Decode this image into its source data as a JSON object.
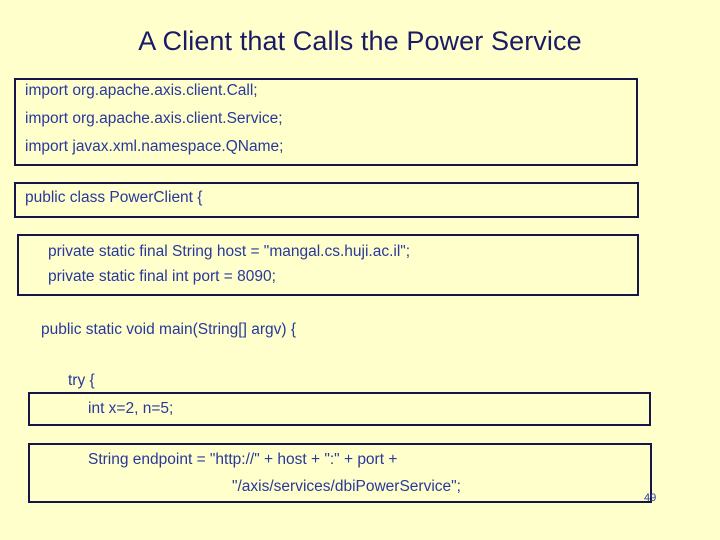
{
  "slide": {
    "title": "A Client that Calls the Power Service",
    "page_number": "49",
    "background_color": "#ffffcc",
    "title_color": "#1a1a66",
    "code_color": "#28389c",
    "border_color": "#15154a"
  },
  "code": {
    "imports": {
      "line1": "import org.apache.axis.client.Call;",
      "line2": "import org.apache.axis.client.Service;",
      "line3": "import javax.xml.namespace.QName;"
    },
    "class_declaration": "public class PowerClient {",
    "fields": {
      "line1": "private static final String host = \"mangal.cs.huji.ac.il\";",
      "line2": "private static final int port = 8090;"
    },
    "main_method": "public static void main(String[] argv) {",
    "try_statement": "try {",
    "int_declaration": "int x=2, n=5;",
    "endpoint": {
      "line1": "String endpoint = \"http://\" + host + \":\" + port +",
      "line2": "\"/axis/services/dbiPowerService\";"
    }
  }
}
